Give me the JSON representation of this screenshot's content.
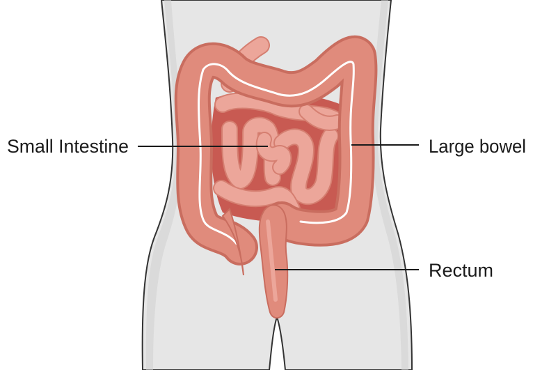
{
  "labels": {
    "small_intestine": "Small Intestine",
    "large_bowel": "Large bowel",
    "rectum": "Rectum"
  },
  "colors": {
    "background": "#ffffff",
    "body_fill": "#e6e6e6",
    "body_outline": "#333333",
    "large_bowel": "#e08b7c",
    "large_bowel_dark": "#c96d5f",
    "small_intestine": "#eca69a",
    "small_intestine_dark": "#d57f71",
    "cavity": "#c85a52",
    "highlight": "#ffffff",
    "label_text": "#1a1a1a"
  }
}
